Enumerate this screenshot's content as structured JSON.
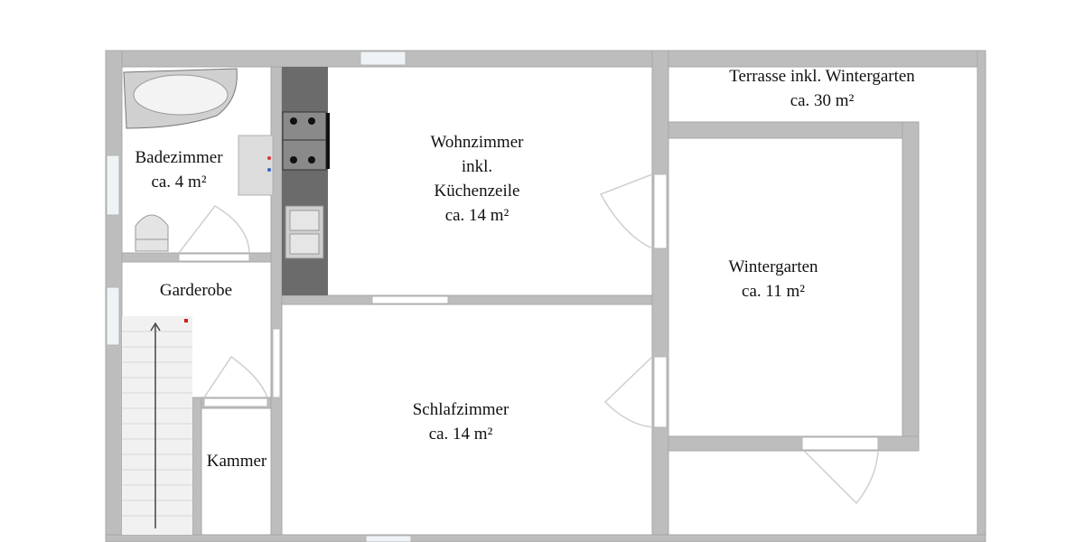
{
  "plan": {
    "colors": {
      "wall": "#bdbdbd",
      "wall_edge": "#a8a8a8",
      "kitchen": "#6b6b6b",
      "window": "#e6eef2",
      "door_line": "#cfcfcf",
      "text": "#111111",
      "background": "#ffffff"
    },
    "rooms": [
      {
        "id": "badezimmer",
        "name": "Badezimmer",
        "area": "ca. 4 m²"
      },
      {
        "id": "wohnzimmer",
        "name": "Wohnzimmer",
        "name2": "inkl.",
        "name3": "Küchenzeile",
        "area": "ca. 14 m²"
      },
      {
        "id": "terrasse",
        "name": "Terrasse inkl. Wintergarten",
        "area": "ca. 30 m²"
      },
      {
        "id": "wintergarten",
        "name": "Wintergarten",
        "area": "ca. 11 m²"
      },
      {
        "id": "garderobe",
        "name": "Garderobe"
      },
      {
        "id": "schlafzimmer",
        "name": "Schlafzimmer",
        "area": "ca. 14 m²"
      },
      {
        "id": "kammer",
        "name": "Kammer"
      }
    ],
    "fixtures": [
      "bathtub-icon",
      "shower-icon",
      "toilet-icon",
      "stove-icon",
      "sink-icon",
      "stairs-icon"
    ]
  }
}
